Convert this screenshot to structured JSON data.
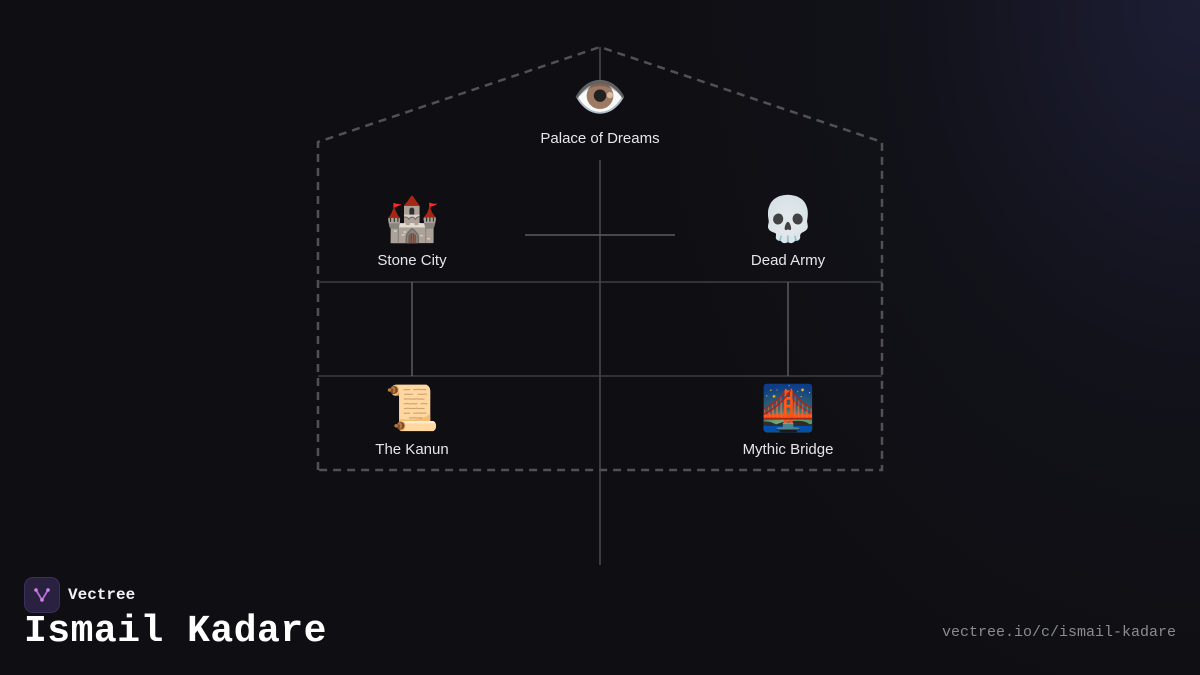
{
  "diagram": {
    "nodes": [
      {
        "id": "palace",
        "label": "Palace of Dreams",
        "icon": "eye-icon",
        "glyph": "👁️"
      },
      {
        "id": "stone",
        "label": "Stone City",
        "icon": "castle-icon",
        "glyph": "🏰"
      },
      {
        "id": "dead",
        "label": "Dead Army",
        "icon": "skull-icon",
        "glyph": "💀"
      },
      {
        "id": "kanun",
        "label": "The Kanun",
        "icon": "scroll-icon",
        "glyph": "📜"
      },
      {
        "id": "bridge",
        "label": "Mythic Bridge",
        "icon": "bridge-icon",
        "glyph": "🌉"
      }
    ]
  },
  "footer": {
    "brand": "Vectree",
    "title": "Ismail Kadare",
    "url": "vectree.io/c/ismail-kadare"
  },
  "colors": {
    "background": "#0f0f13",
    "line": "#5a5a60",
    "dashed": "#55555b",
    "accent": "#b86ad6"
  }
}
